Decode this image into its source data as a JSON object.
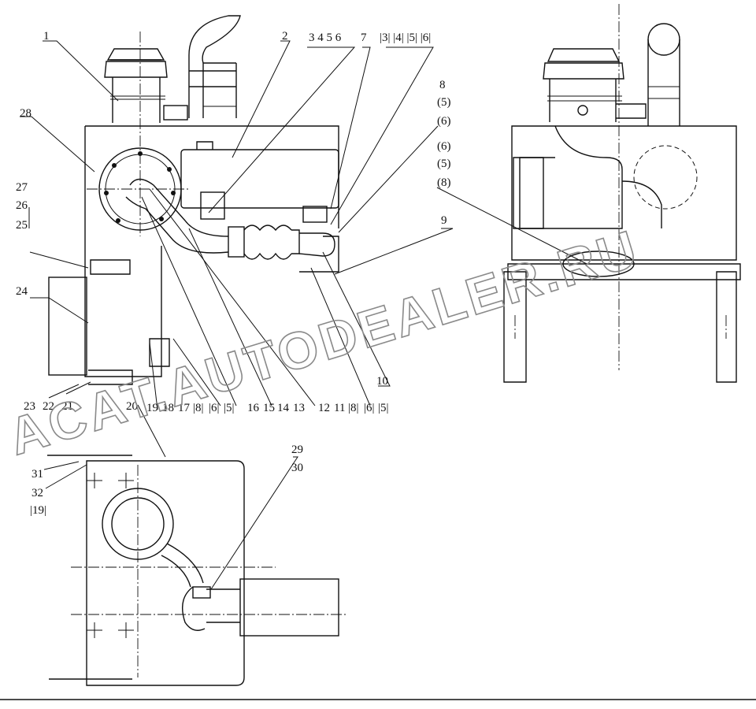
{
  "labels": {
    "l1": "1",
    "l2": "2",
    "l3456": "3 4  5  6",
    "l7": "7",
    "l3456b": "|3| |4| |5| |6|",
    "l8": "8",
    "l8a": "(5)",
    "l8b": "(6)",
    "l6c": "(6)",
    "l5c": "(5)",
    "l8c": "(8)",
    "l9": "9",
    "l10": "10",
    "l28": "28",
    "l27": "27",
    "l26": "26",
    "l25": "25",
    "l24": "24",
    "b23": "23",
    "b22": "22",
    "b21": "21",
    "b20": "20",
    "b19": "19",
    "b18": "18",
    "b17": "17",
    "b8": "|8|",
    "b6": "|6|",
    "b5": "|5|",
    "b16": "16",
    "b15": "15",
    "b14": "14",
    "b13": "13",
    "b12": "12",
    "b11": "11",
    "b8b": "|8|",
    "b6b": "|6|",
    "b5b": "|5|",
    "l29": "29",
    "l30": "30",
    "l31": "31",
    "l32": "32",
    "l19b": "|19|"
  },
  "watermark": "ACAT.AUTODEALER.RU"
}
